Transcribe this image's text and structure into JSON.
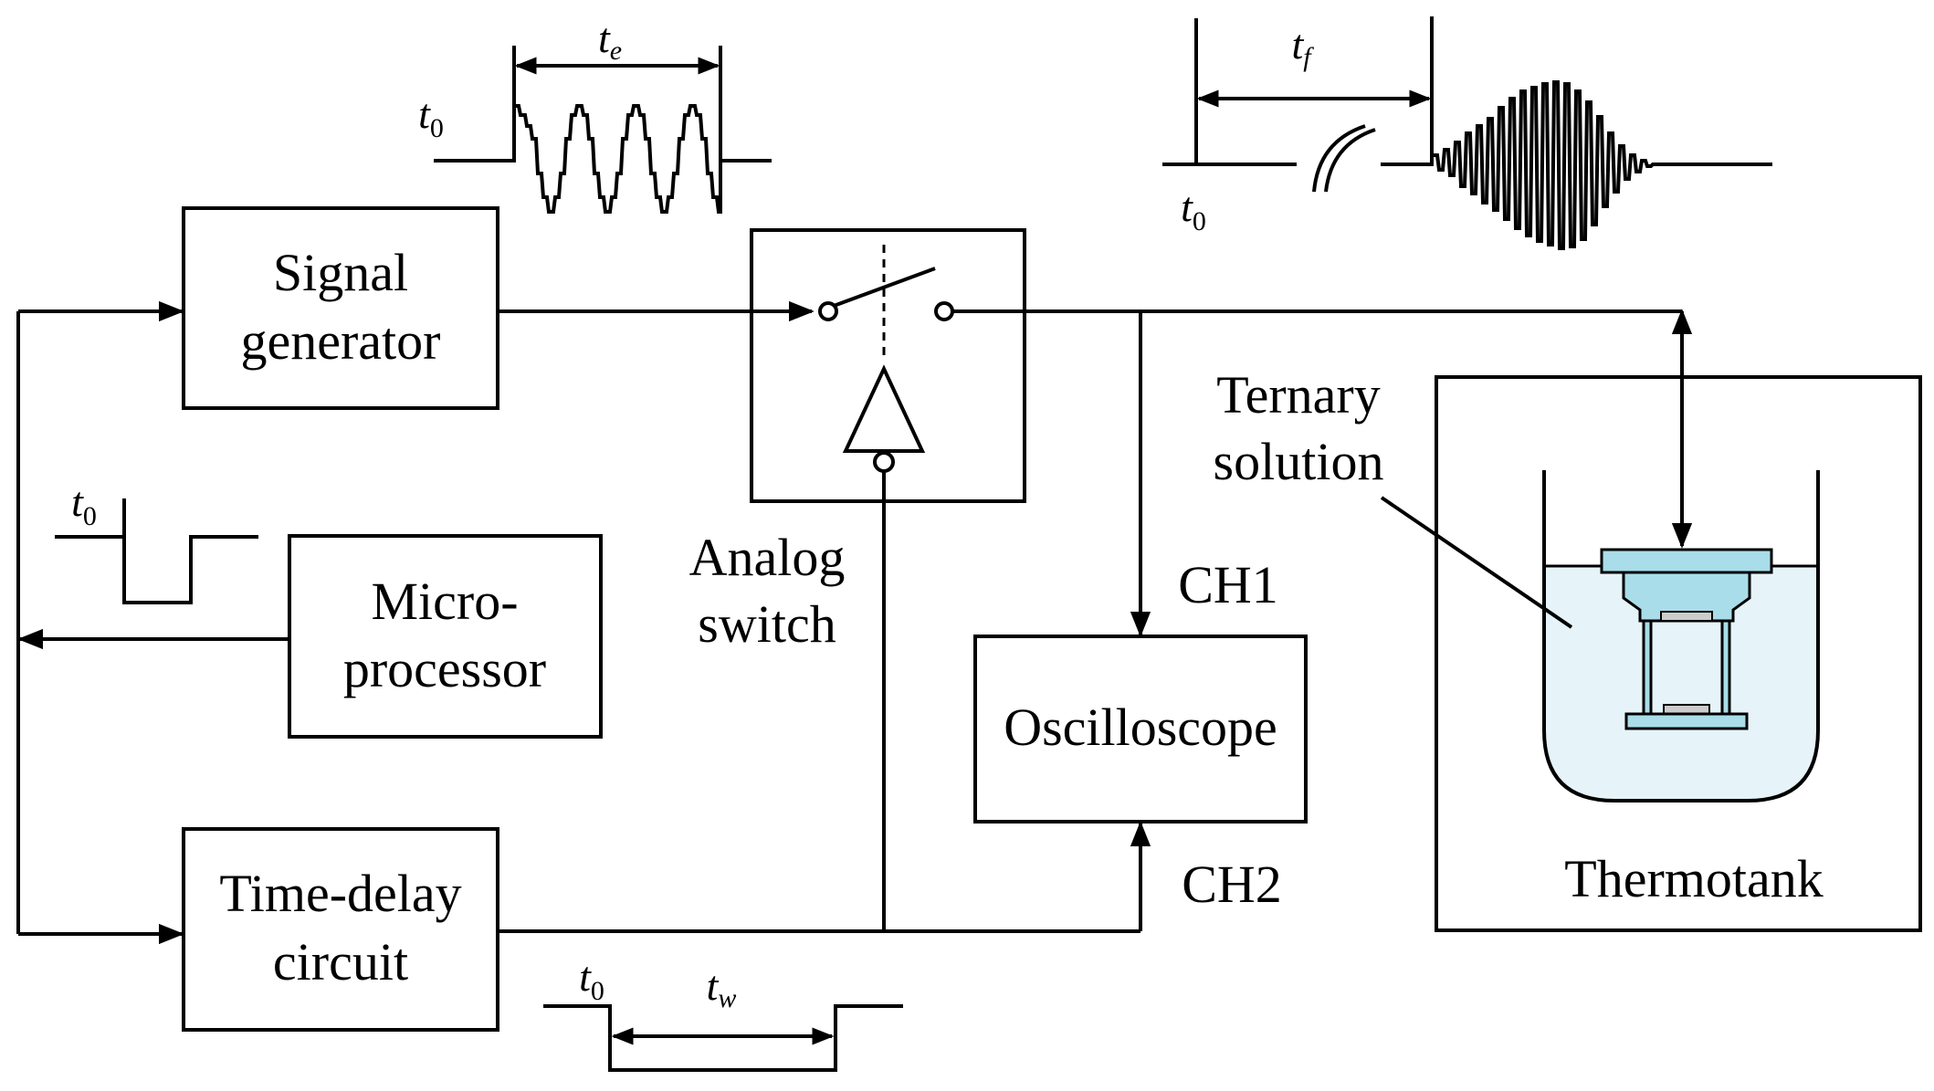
{
  "blocks": {
    "signal_generator": [
      "Signal",
      "generator"
    ],
    "microprocessor": [
      "Micro-",
      "processor"
    ],
    "time_delay": [
      "Time-delay",
      "circuit"
    ],
    "analog_switch": [
      "Analog",
      "switch"
    ],
    "oscilloscope": "Oscilloscope",
    "thermotank": "Thermotank",
    "ternary_solution": [
      "Ternary",
      "solution"
    ]
  },
  "channels": {
    "ch1": "CH1",
    "ch2": "CH2"
  },
  "symbols": {
    "t0": {
      "base": "t",
      "sub": "0"
    },
    "te": {
      "base": "t",
      "sub": "e"
    },
    "tf": {
      "base": "t",
      "sub": "f"
    },
    "tw": {
      "base": "t",
      "sub": "w"
    }
  },
  "colors": {
    "line": "#000000",
    "liquid": "#e6f3f8",
    "transducer": "#a9dde9"
  }
}
